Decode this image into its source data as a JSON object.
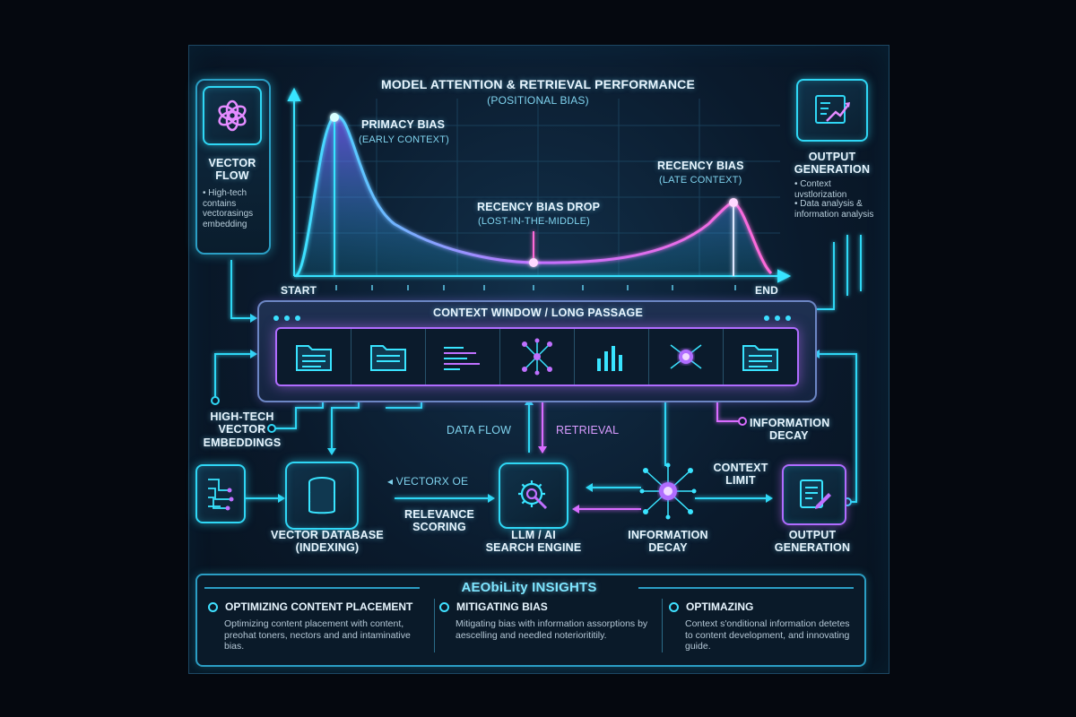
{
  "colors": {
    "accent_cyan": "#2fd7f5",
    "accent_magenta": "#d96cff",
    "background": "#05080f"
  },
  "chart": {
    "title": "MODEL ATTENTION & RETRIEVAL PERFORMANCE",
    "subtitle": "(POSITIONAL BIAS)",
    "x_start_label": "START",
    "x_end_label": "END",
    "primacy": {
      "title": "PRIMACY BIAS",
      "sub": "(EARLY CONTEXT)"
    },
    "drop": {
      "title": "RECENCY BIAS DROP",
      "sub": "(LOST-IN-THE-MIDDLE)"
    },
    "recency": {
      "title": "RECENCY BIAS",
      "sub": "(LATE CONTEXT)"
    }
  },
  "vector_flow": {
    "title_line1": "VECTOR",
    "title_line2": "FLOW",
    "desc": "• High-tech contains vectorasings embedding",
    "icon": "knot-logo-icon"
  },
  "output_top": {
    "title_line1": "OUTPUT",
    "title_line2": "GENERATION",
    "bullet1": "• Context uvstlorization",
    "bullet2": "• Data analysis & information analysis",
    "icon": "chart-up-icon"
  },
  "context_window": {
    "title": "CONTEXT WINDOW / LONG PASSAGE",
    "icons": [
      "folder-icon",
      "folder-icon",
      "code-lines-icon",
      "network-node-icon",
      "bar-chart-icon",
      "glowing-node-icon",
      "folder-icon"
    ]
  },
  "labels": {
    "high_tech_line1": "HIGH-TECH",
    "high_tech_line2": "VECTOR",
    "high_tech_line3": "EMBEDDINGS",
    "data_flow": "DATA FLOW",
    "retrieval": "RETRIEVAL",
    "info_decay_right_line1": "INFORMATION",
    "info_decay_right_line2": "DECAY",
    "vectorx": "◂ VECTORX OE",
    "relevance_line1": "RELEVANCE",
    "relevance_line2": "SCORING",
    "context_limit_line1": "CONTEXT",
    "context_limit_line2": "LIMIT"
  },
  "bottom_nodes": {
    "vector_db_line1": "VECTOR DATABASE",
    "vector_db_line2": "(INDEXING)",
    "llm_line1": "LLM / AI",
    "llm_line2": "SEARCH ENGINE",
    "info_decay_line1": "INFORMATION",
    "info_decay_line2": "DECAY",
    "output_line1": "OUTPUT",
    "output_line2": "GENERATION"
  },
  "insights": {
    "title": "AEObiLity INSIGHTS",
    "col1_title": "OPTIMIZING CONTENT PLACEMENT",
    "col1_body": "Optimizing content placement with content, preohat toners, nectors and and intaminative bias.",
    "col2_title": "MITIGATING BIAS",
    "col2_body": "Mitigating bias with information assorptions by aescelling and needled noteriorititily.",
    "col3_title": "OPTIMAZING",
    "col3_body": "Context s'onditional information detetes to content development, and innovating guide."
  }
}
